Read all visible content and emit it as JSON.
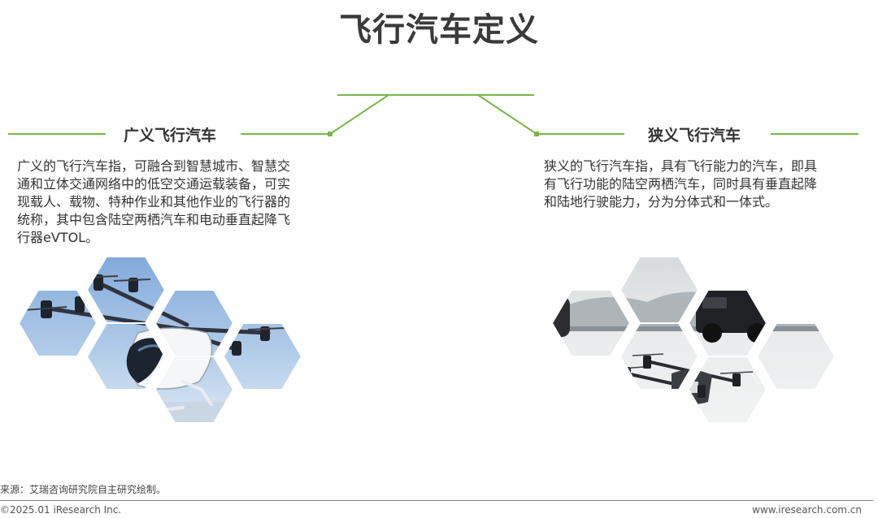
{
  "page": {
    "title": "飞行汽车定义",
    "accent_color": "#7ab648"
  },
  "broad": {
    "heading": "广义飞行汽车",
    "lines": [
      "广义的飞行汽车指，可融合到智慧城市、智慧交",
      "通和立体交通网络中的低空交通运载装备，可实",
      "现载人、载物、特种作业和其他作业的飞行器的",
      "统称，其中包含陆空两栖汽车和电动垂直起降飞",
      "行器eVTOL。"
    ]
  },
  "narrow": {
    "heading": "狭义飞行汽车",
    "lines": [
      "狭义的飞行汽车指，具有飞行能力的汽车，即具",
      "有飞行功能的陆空两栖汽车，同时具有垂直起降",
      "和陆地行驶能力，分为分体式和一体式。"
    ]
  },
  "footer": {
    "source": "来源：艾瑞咨询研究院自主研究绘制。",
    "copyright": "©2025.01 iResearch Inc.",
    "website": "www.iresearch.com.cn"
  }
}
